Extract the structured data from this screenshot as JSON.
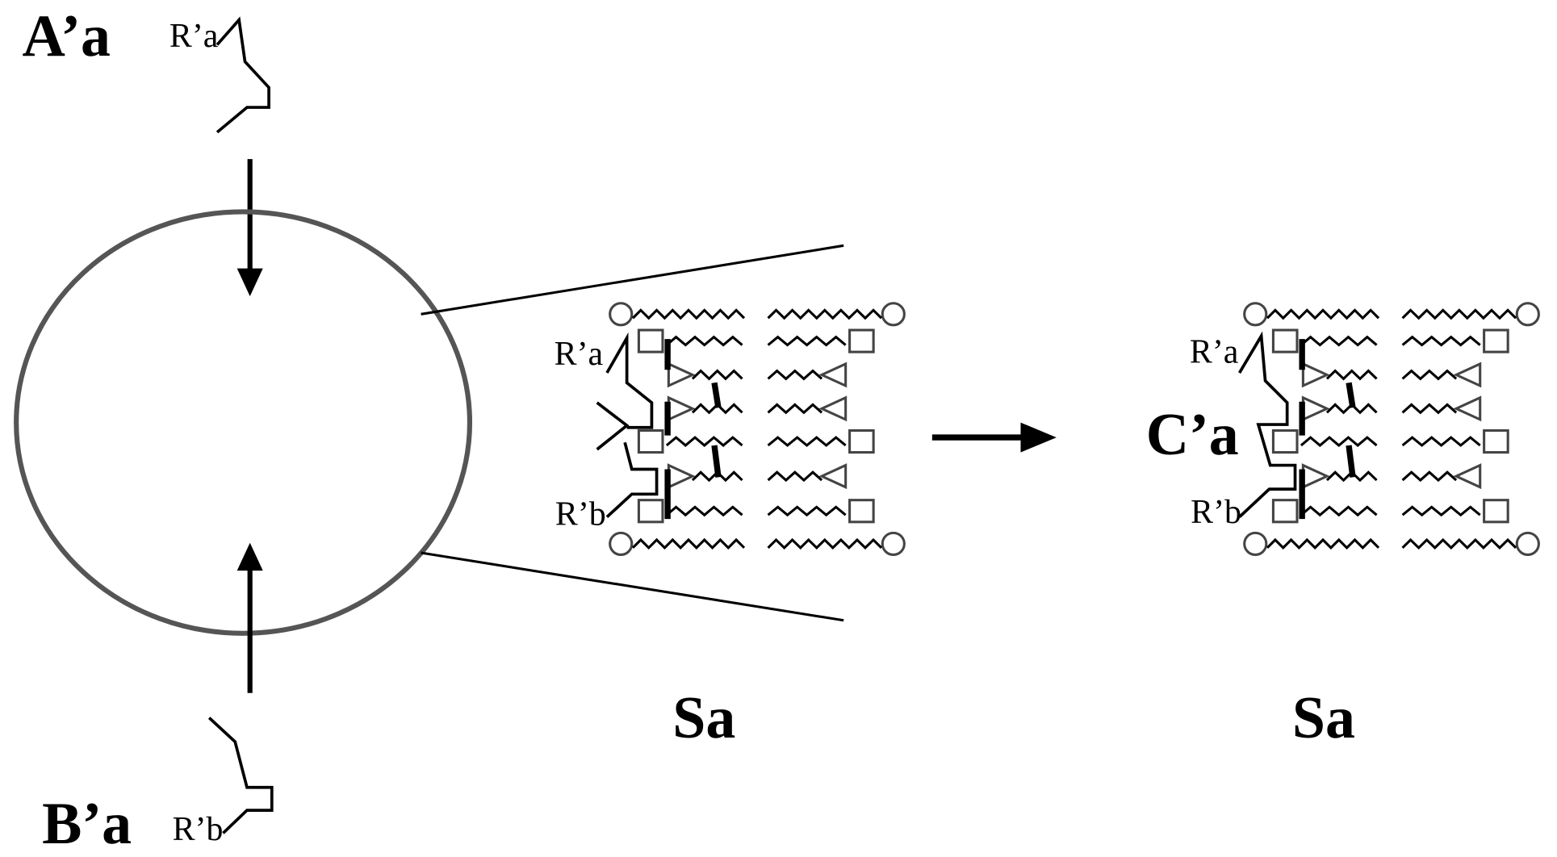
{
  "labels": {
    "reactant_a": "A’a",
    "reactant_b": "B’a",
    "product": "C’a",
    "substituent_a": "R’a",
    "substituent_b": "R’b",
    "system_before": "Sa",
    "system_after": "Sa"
  },
  "colors": {
    "ink": "#000000",
    "vesicle_outline": "#555555",
    "lipid_head": "#444444"
  }
}
